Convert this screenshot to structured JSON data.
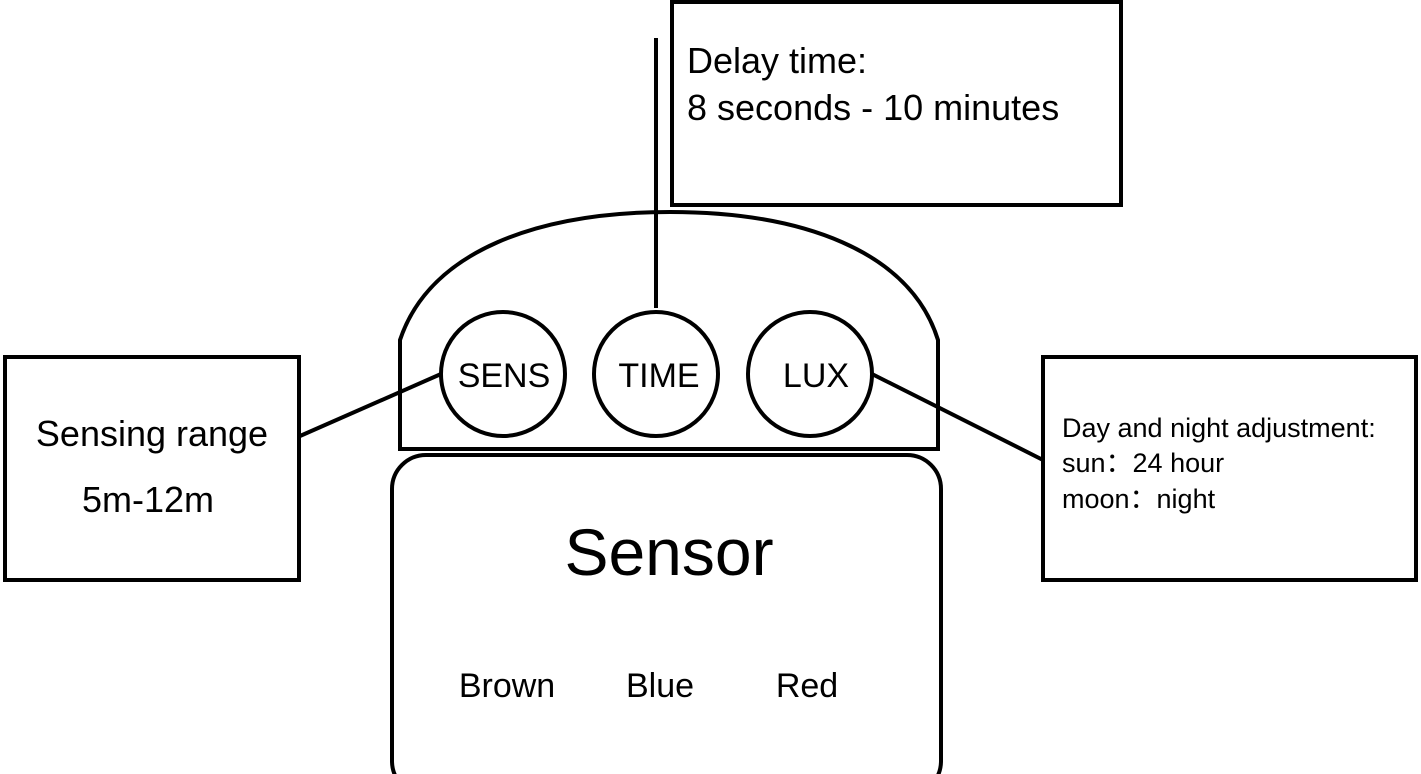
{
  "delay_box": {
    "line1": "Delay time:",
    "line2": "8 seconds -  10 minutes"
  },
  "sens_box": {
    "line1": "Sensing range",
    "line2": "5m-12m"
  },
  "lux_box": {
    "line1": "Day and night adjustment:",
    "line2": "sun：24 hour",
    "line3": "moon：night"
  },
  "knobs": {
    "sens": "SENS",
    "time": "TIME",
    "lux": "LUX"
  },
  "sensor": {
    "title": "Sensor",
    "wires": {
      "brown": "Brown",
      "blue": "Blue",
      "red": "Red"
    }
  }
}
